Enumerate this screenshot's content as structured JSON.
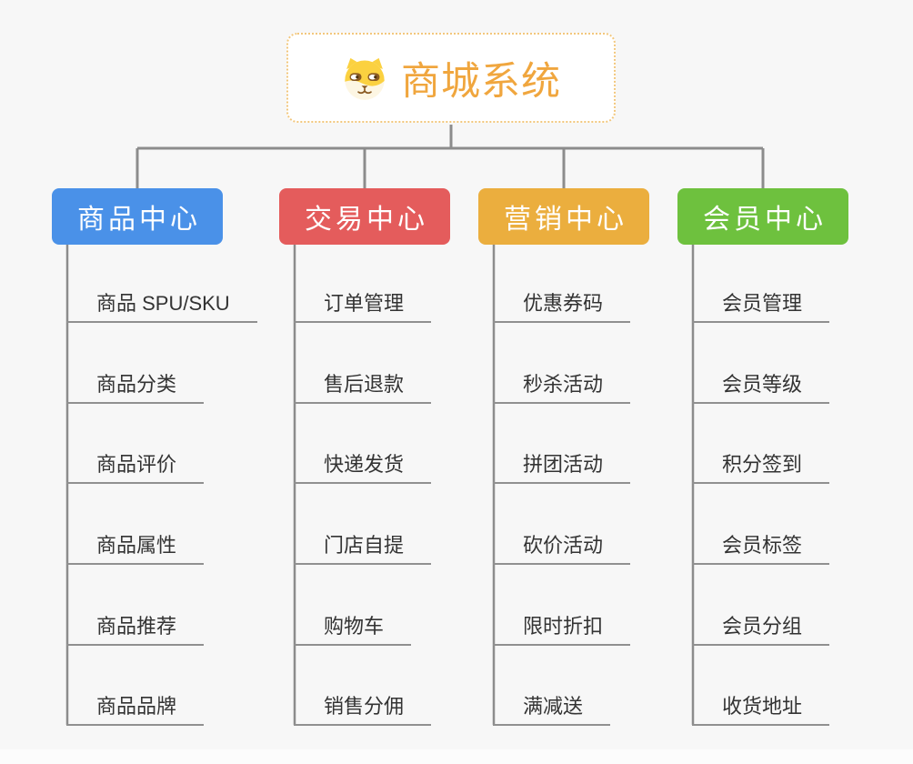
{
  "root": {
    "title": "商城系统",
    "icon": "dog-face-icon",
    "text_color": "#f0a63e",
    "border_color": "#f2c77d"
  },
  "branches": [
    {
      "label": "商品中心",
      "color": "#4a91e8",
      "children": [
        "商品 SPU/SKU",
        "商品分类",
        "商品评价",
        "商品属性",
        "商品推荐",
        "商品品牌"
      ]
    },
    {
      "label": "交易中心",
      "color": "#e45c5c",
      "children": [
        "订单管理",
        "售后退款",
        "快递发货",
        "门店自提",
        "购物车",
        "销售分佣"
      ]
    },
    {
      "label": "营销中心",
      "color": "#ebae3e",
      "children": [
        "优惠券码",
        "秒杀活动",
        "拼团活动",
        "砍价活动",
        "限时折扣",
        "满减送"
      ]
    },
    {
      "label": "会员中心",
      "color": "#6ec13e",
      "children": [
        "会员管理",
        "会员等级",
        "积分签到",
        "会员标签",
        "会员分组",
        "收货地址"
      ]
    }
  ],
  "colors": {
    "canvas_background": "#f7f7f7",
    "connector": "#8c8c8c",
    "child_underline": "#909090",
    "child_text": "#333333",
    "header_text": "#ffffff",
    "icon_yellow": "#fbd140",
    "icon_cream": "#fdf6e3",
    "icon_brown": "#8a5a22"
  }
}
